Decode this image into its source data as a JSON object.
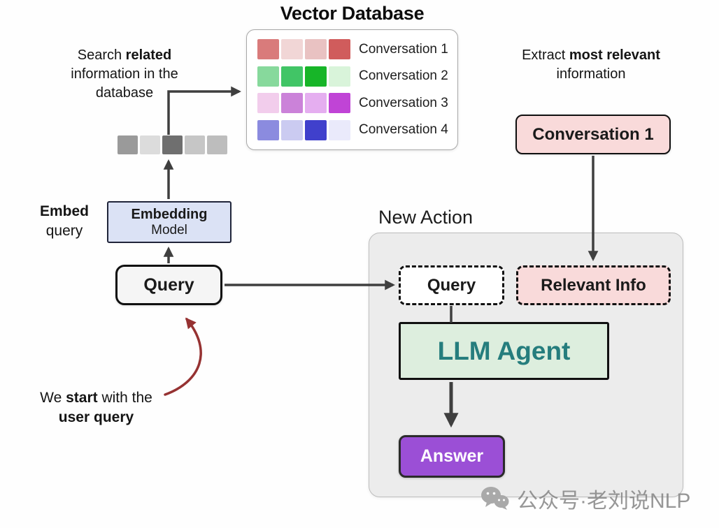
{
  "title": "Vector Database",
  "vector_db": {
    "rows": [
      {
        "label": "Conversation 1",
        "colors": [
          "#d97b7b",
          "#f1d6d6",
          "#e9c2c2",
          "#d05c5c"
        ]
      },
      {
        "label": "Conversation 2",
        "colors": [
          "#87d99c",
          "#41c566",
          "#17b528",
          "#d9f4da"
        ]
      },
      {
        "label": "Conversation 3",
        "colors": [
          "#f2cdec",
          "#cb82d9",
          "#e5aef0",
          "#c044d6"
        ]
      },
      {
        "label": "Conversation 4",
        "colors": [
          "#8b8bdf",
          "#cbcbf1",
          "#4040cc",
          "#eaeafb"
        ]
      }
    ]
  },
  "embedding_vector": {
    "cells": [
      "#9a9a9a",
      "#dcdcdc",
      "#6f6f6f",
      "#c6c6c6",
      "#bdbdbd"
    ]
  },
  "notes": {
    "search": {
      "pre": "Search ",
      "bold": "related",
      "post": " information in the database"
    },
    "embed": {
      "bold": "Embed",
      "rest": "query"
    },
    "extract": {
      "pre": "Extract ",
      "bold": "most relevant",
      "post": " information"
    },
    "start": {
      "seg1": "We ",
      "bold1": "start",
      "seg2": " with the ",
      "bold2": "user query"
    }
  },
  "boxes": {
    "embedding_model": {
      "line1": "Embedding",
      "line2": "Model"
    },
    "query": {
      "label": "Query"
    },
    "conversation1": {
      "label": "Conversation 1"
    },
    "new_action": {
      "label": "New Action"
    },
    "query_dashed": {
      "label": "Query"
    },
    "relevant_info": {
      "label": "Relevant Info"
    },
    "llm_agent": {
      "label": "LLM Agent"
    },
    "answer": {
      "label": "Answer"
    }
  },
  "watermark": {
    "text": "公众号·老刘说NLP"
  },
  "colors": {
    "pink_box": "#f9dada",
    "purple_box": "#9b4fd6",
    "llm_green_bg": "#ddeede",
    "llm_teal_text": "#257d7d",
    "embedding_blue_bg": "#dbe2f5",
    "arrow": "#3f3f3f",
    "red_arrow": "#963232",
    "panel_gray": "#ececec"
  }
}
